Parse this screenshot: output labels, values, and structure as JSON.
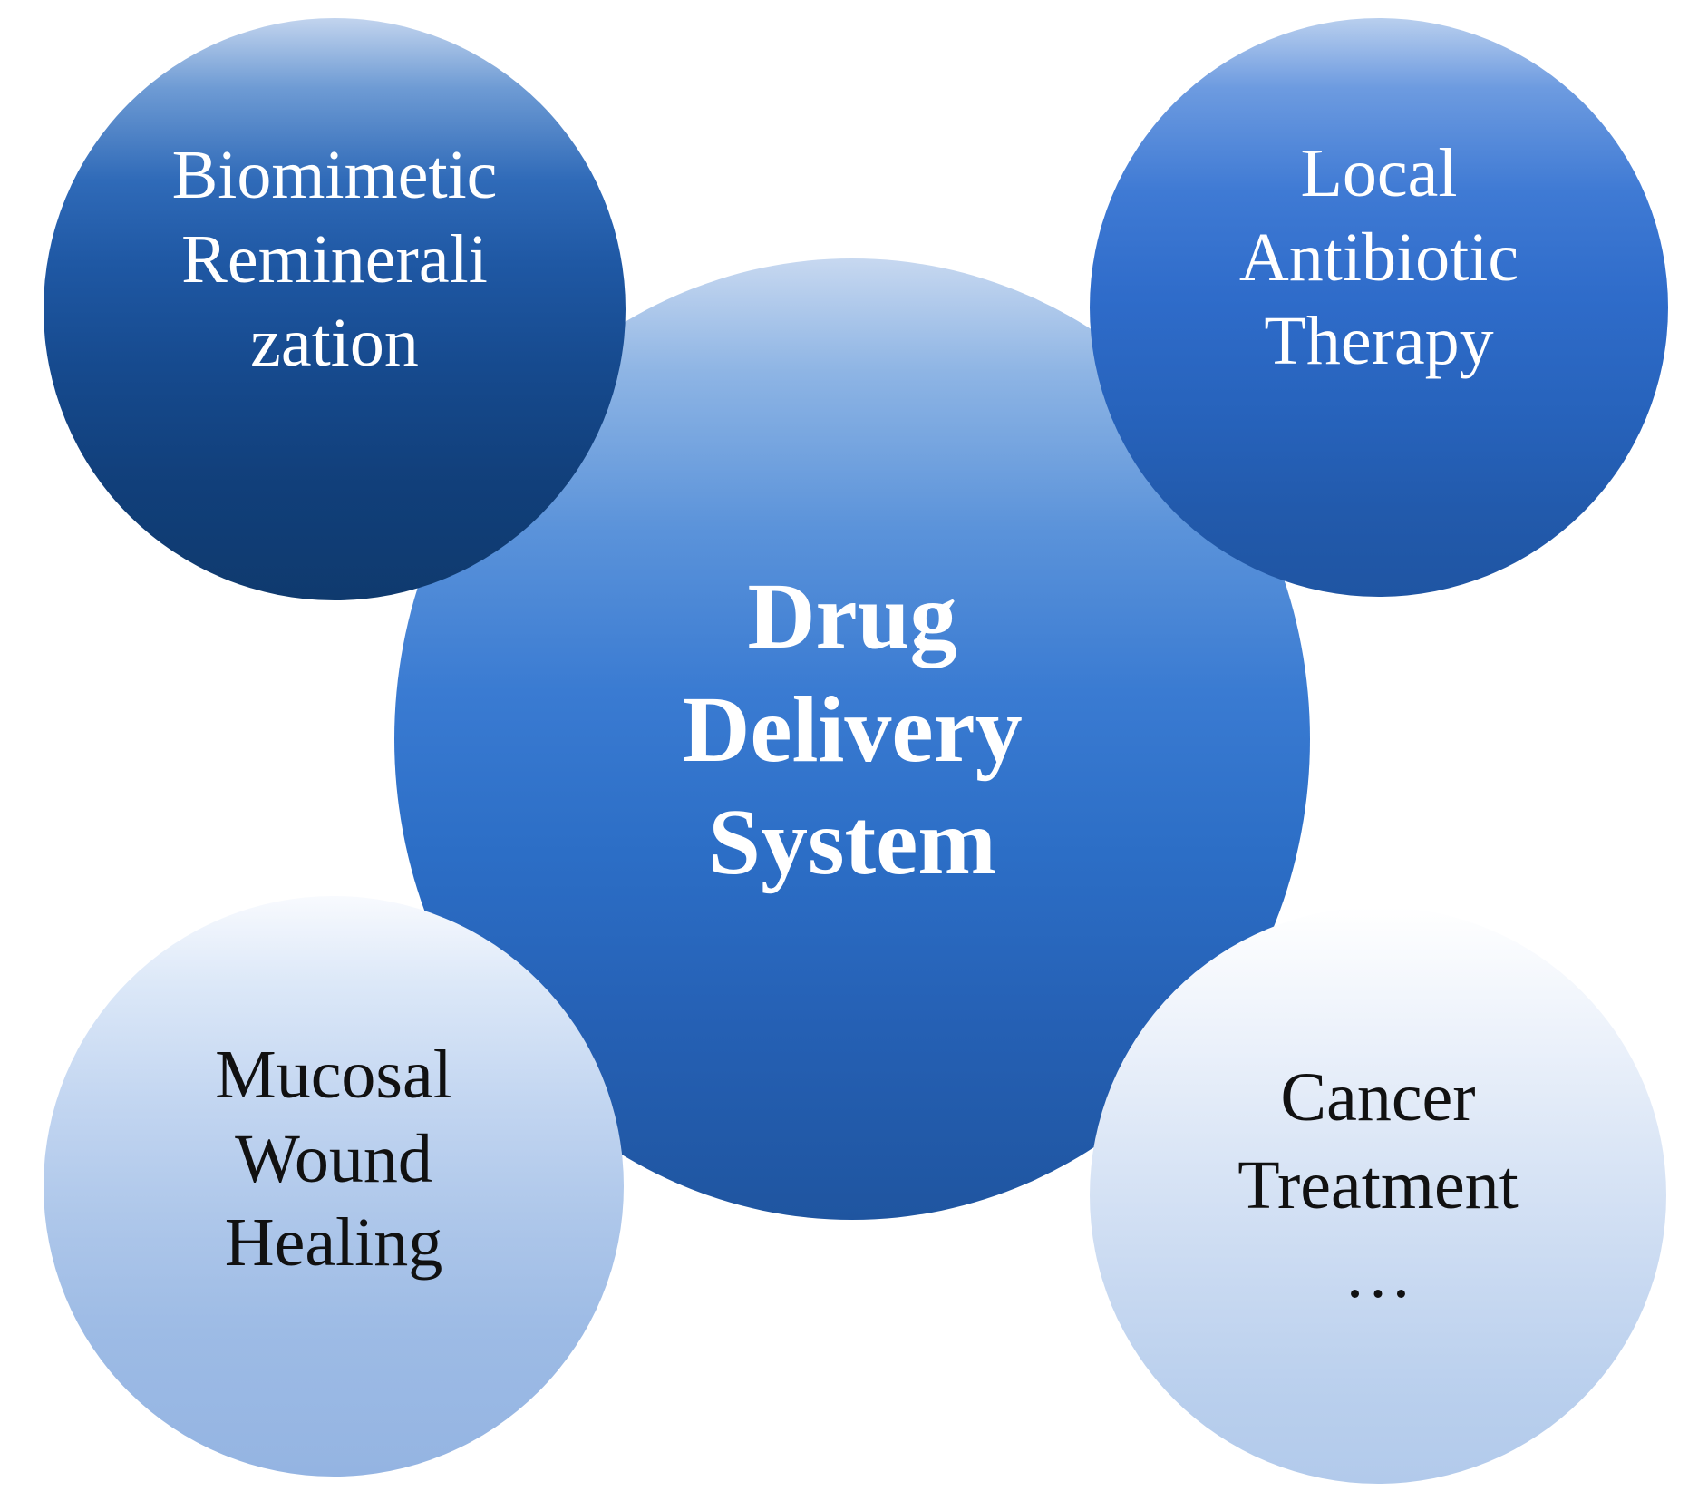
{
  "diagram": {
    "center": {
      "lines": [
        "Drug",
        "Delivery",
        "System"
      ]
    },
    "top_left": {
      "lines": [
        "Biomimetic",
        "Reminerali",
        "zation"
      ]
    },
    "top_right": {
      "lines": [
        "Local",
        "Antibiotic",
        "Therapy"
      ]
    },
    "bottom_left": {
      "lines": [
        "Mucosal",
        "Wound",
        "Healing"
      ]
    },
    "bottom_right": {
      "lines": [
        "Cancer",
        "Treatment",
        "…"
      ]
    }
  },
  "colors": {
    "dark_blue": "#0f3a6e",
    "medium_blue": "#2c6ec6",
    "light_blue": "#94b4e2",
    "pale_blue": "#dbe6f6"
  }
}
